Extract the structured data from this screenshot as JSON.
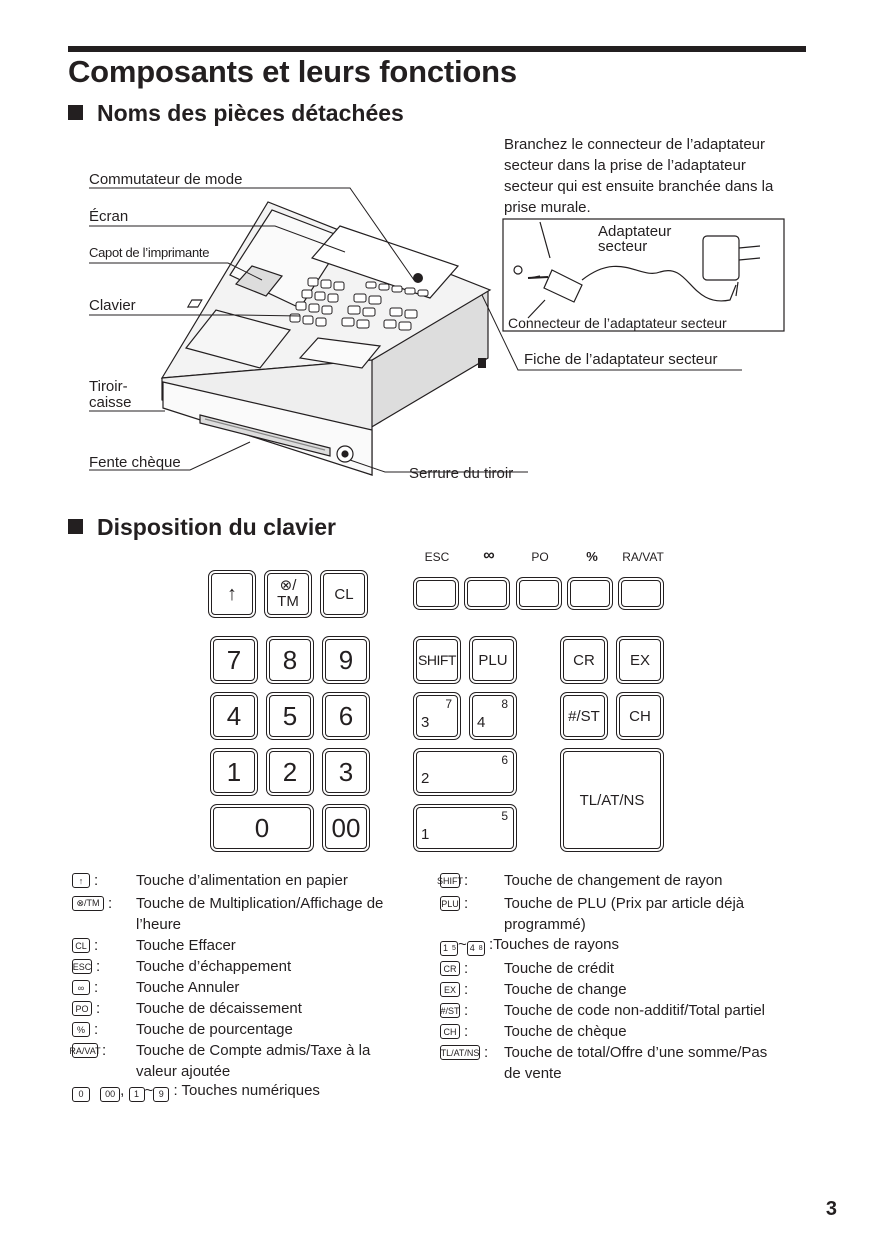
{
  "page_title": "Composants et leurs fonctions",
  "section_parts": "Noms des pièces détachées",
  "section_keyboard": "Disposition du clavier",
  "parts": {
    "mode_switch": "Commutateur de mode",
    "display": "Écran",
    "printer_cover": "Capot de l’imprimante",
    "keyboard": "Clavier",
    "drawer": "Tiroir-caisse",
    "drawer_l1": "Tiroir-",
    "drawer_l2": "caisse",
    "cheque_slot": "Fente chèque",
    "drawer_lock": "Serrure du tiroir",
    "adapter_plug": "Fiche de l’adaptateur secteur",
    "adapter_connector": "Connecteur de l’adaptateur secteur",
    "adapter_l1": "Adaptateur",
    "adapter_l2": "secteur",
    "instruction_l1": "Branchez le connecteur de l’adaptateur",
    "instruction_l2": "secteur dans la prise de l’adaptateur",
    "instruction_l3": "secteur qui est ensuite branchée dans la",
    "instruction_l4": "prise murale."
  },
  "top_key_labels": [
    "ESC",
    "∞",
    "PO",
    "%",
    "RA/VAT"
  ],
  "keys": {
    "feed": "↑",
    "mult_sym": "⊗/",
    "mult_tm": "TM",
    "cl": "CL",
    "n7": "7",
    "n8": "8",
    "n9": "9",
    "n4": "4",
    "n5": "5",
    "n6": "6",
    "n1": "1",
    "n2": "2",
    "n3": "3",
    "n0": "0",
    "n00": "00",
    "shift": "SHIFT",
    "plu": "PLU",
    "cr": "CR",
    "ex": "EX",
    "dept7": "7",
    "dept3": "3",
    "dept8": "8",
    "dept4": "4",
    "dept6": "6",
    "dept2": "2",
    "dept5": "5",
    "dept1": "1",
    "st": "#/ST",
    "ch": "CH",
    "tl": "TL/AT/NS"
  },
  "legend_left": [
    {
      "mark": "↑",
      "sep": ":",
      "text": "Touche d’alimentation en papier"
    },
    {
      "mark": "⊗/TM",
      "sep": ":",
      "text": "Touche de Multiplication/Affichage de",
      "text2": "l’heure"
    },
    {
      "mark": "CL",
      "sep": ":",
      "text": "Touche Effacer"
    },
    {
      "mark": "ESC",
      "sep": ":",
      "text": "Touche d’échappement"
    },
    {
      "mark": "∞",
      "sep": ":",
      "text": "Touche Annuler"
    },
    {
      "mark": "PO",
      "sep": ":",
      "text": "Touche de décaissement"
    },
    {
      "mark": "%",
      "sep": ":",
      "text": "Touche de pourcentage"
    },
    {
      "mark": "RA/VAT",
      "sep": ":",
      "text": "Touche de Compte admis/Taxe à la",
      "text2": "valeur ajoutée"
    }
  ],
  "legend_numeric": {
    "m1": "0",
    "m2": "00",
    "comma": ",",
    "m3": "1",
    "tilde": "~",
    "m4": "9",
    "text": ": Touches numériques"
  },
  "legend_right": [
    {
      "mark": "SHIFT",
      "sep": ":",
      "text": "Touche de changement de rayon"
    },
    {
      "mark": "PLU",
      "sep": ":",
      "text": "Touche de PLU (Prix par article déjà",
      "text2": "programmé)"
    },
    {
      "mark": "CR",
      "sep": ":",
      "text": "Touche de crédit"
    },
    {
      "mark": "EX",
      "sep": ":",
      "text": "Touche de change"
    },
    {
      "mark": "#/ST",
      "sep": ":",
      "text": "Touche de code non-additif/Total partiel"
    },
    {
      "mark": "CH",
      "sep": ":",
      "text": "Touche de chèque"
    },
    {
      "mark": "TL/AT/NS",
      "sep": ":",
      "text": "Touche de total/Offre d’une somme/Pas",
      "text2": "de vente"
    }
  ],
  "legend_dept": {
    "m1": "1",
    "m1s": "5",
    "tilde": "~",
    "m2": "4",
    "m2s": "8",
    "text": ":Touches de rayons"
  },
  "page_number": "3"
}
